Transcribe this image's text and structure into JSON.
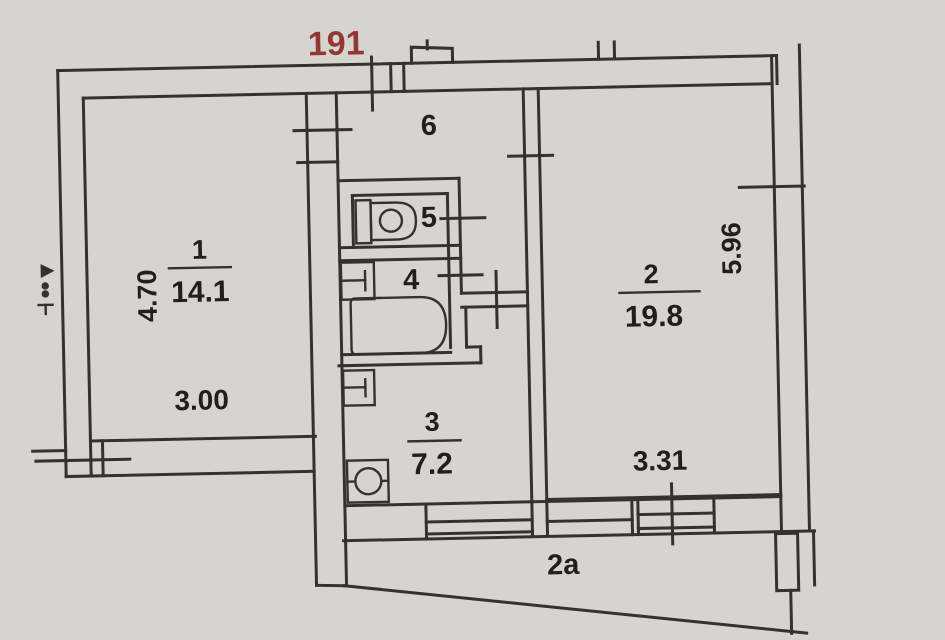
{
  "colors": {
    "paper": "#d6d4cf",
    "ink": "#34322e",
    "label_ink": "#201f1c",
    "apartment_number_red": "#943636"
  },
  "apartment_number": "191",
  "rooms": [
    {
      "number": "1",
      "area": "14.1",
      "width": "3.00",
      "height": "4.70"
    },
    {
      "number": "2",
      "area": "19.8",
      "width": "3.31",
      "height": "5.96"
    },
    {
      "number": "3",
      "area": "7.2"
    },
    {
      "number": "4"
    },
    {
      "number": "5"
    },
    {
      "number": "6"
    }
  ],
  "balcony_label": "2a",
  "fixture_icons": [
    "toilet-icon",
    "bathtub-icon",
    "washbasin-icon",
    "kitchen-sink-icon"
  ]
}
